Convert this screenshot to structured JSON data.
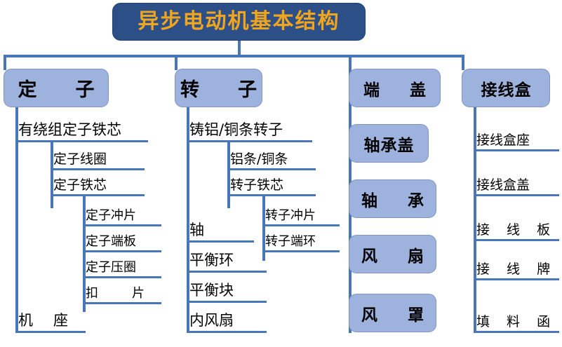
{
  "diagram": {
    "title": "异步电动机基本结构",
    "colors": {
      "title_fill": "#2C4F87",
      "title_text": "#F0A51E",
      "pill_fill": "#9DB2DC",
      "pill_border": "#7E95C4",
      "connector": "#4777B8",
      "background": "#FFFFFF"
    },
    "branches": [
      {
        "header": "定　子",
        "level1": [
          {
            "label": "有绕组定子铁芯"
          },
          {
            "label": "机　座"
          }
        ],
        "level2": [
          {
            "label": "定子线圈"
          },
          {
            "label": "定子铁芯"
          }
        ],
        "level3": [
          {
            "label": "定子冲片"
          },
          {
            "label": "定子端板"
          },
          {
            "label": "定子压圈"
          },
          {
            "label": "扣　　片"
          }
        ]
      },
      {
        "header": "转　子",
        "level1": [
          {
            "label": "铸铝/铜条转子"
          },
          {
            "label": "轴"
          },
          {
            "label": "平衡环"
          },
          {
            "label": "平衡块"
          },
          {
            "label": "内风扇"
          }
        ],
        "level2": [
          {
            "label": "铝条/铜条"
          },
          {
            "label": "转子铁芯"
          }
        ],
        "level3": [
          {
            "label": "转子冲片"
          },
          {
            "label": "转子端环"
          }
        ]
      },
      {
        "header": "端　盖",
        "boxes": [
          {
            "label": "轴承盖"
          },
          {
            "label": "轴　承"
          },
          {
            "label": "风　扇"
          },
          {
            "label": "风　罩"
          }
        ]
      },
      {
        "header": "接线盒",
        "items": [
          {
            "label": "接线盒座"
          },
          {
            "label": "接线盒盖"
          },
          {
            "label": "接 线 板"
          },
          {
            "label": "接 线 牌"
          },
          {
            "label": "填 料 函"
          }
        ]
      }
    ]
  }
}
